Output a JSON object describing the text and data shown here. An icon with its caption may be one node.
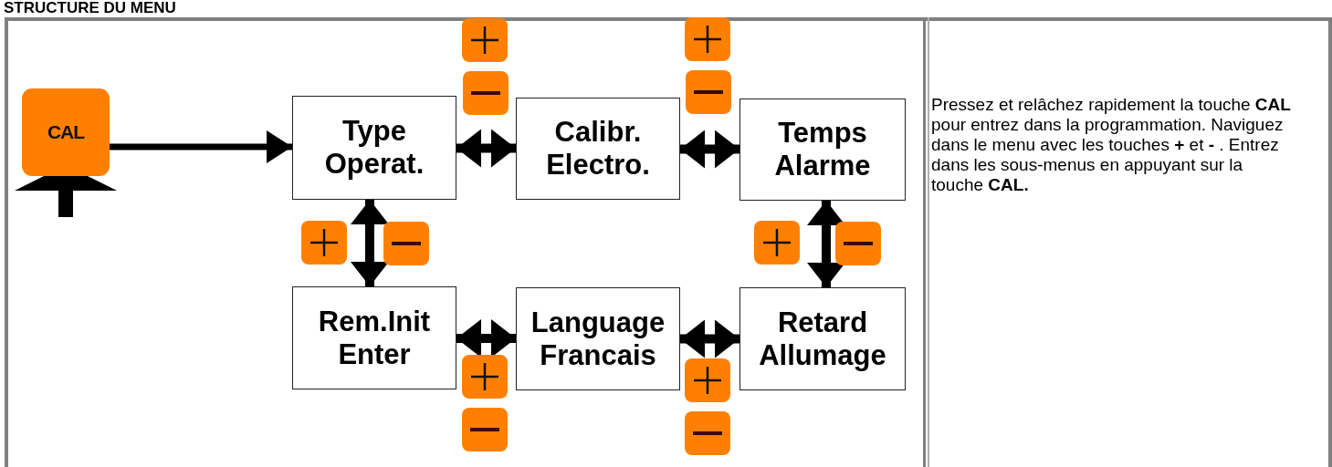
{
  "diagram": {
    "title": "STRUCTURE DU MENU",
    "nodes": [
      {
        "text": [
          "CAL"
        ]
      },
      {
        "text": [
          "Type Operat."
        ]
      },
      {
        "text": [
          "Calibr. Electro."
        ]
      },
      {
        "text": [
          "Temps Alarme"
        ]
      },
      {
        "text": [
          "Rem.Init Enter"
        ]
      },
      {
        "text": [
          "Language Francais"
        ]
      },
      {
        "text": [
          "Retard Allumage"
        ]
      }
    ],
    "edges": [
      {
        "from": null,
        "to": 0,
        "arrow": "to"
      },
      {
        "from": 0,
        "to": 1,
        "arrow": "to"
      },
      {
        "from": 1,
        "to": 2,
        "arrow": "both"
      },
      {
        "from": 2,
        "to": 3,
        "arrow": "both"
      },
      {
        "from": 3,
        "to": 6,
        "arrow": "both"
      },
      {
        "from": 6,
        "to": 5,
        "arrow": "both"
      },
      {
        "from": 5,
        "to": 4,
        "arrow": "both"
      },
      {
        "from": 4,
        "to": 1,
        "arrow": "both"
      }
    ],
    "labels": [
      "Pressez et relâchez rapidement la touche **CAL** pour entrez dans la programmation. Naviguez dans le menu avec les touches **+** et **-** . Entrez dans les sous-menus en appuyant sur la touche **CAL.**"
    ]
  }
}
